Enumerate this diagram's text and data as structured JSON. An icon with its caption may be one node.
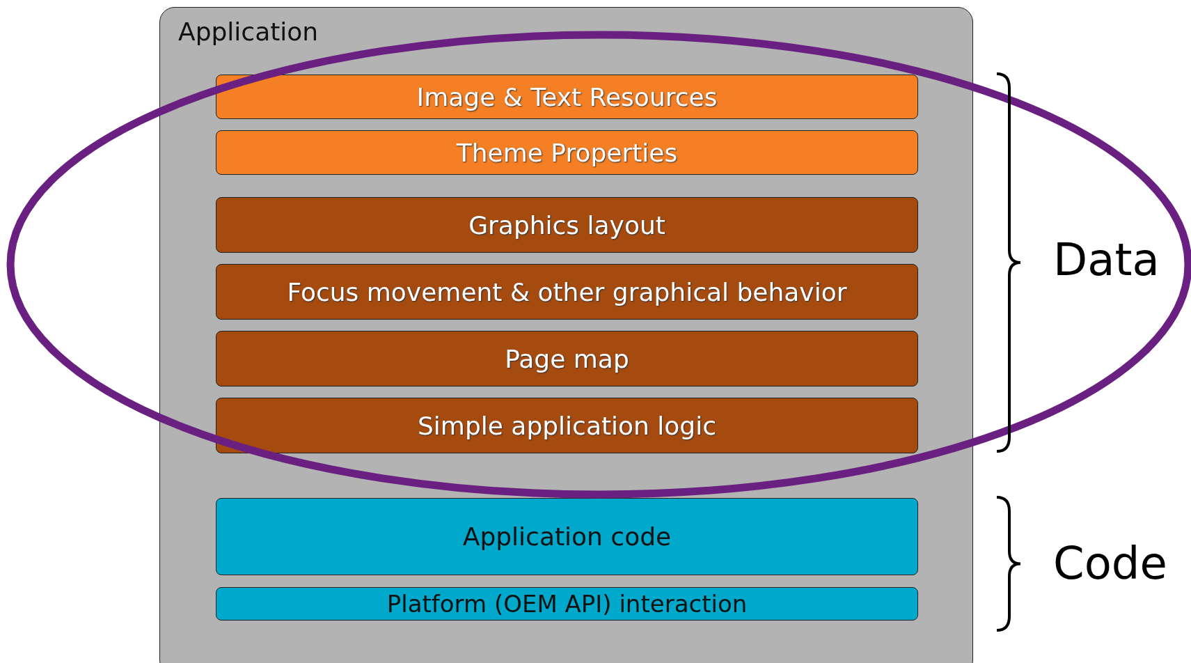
{
  "diagram": {
    "nodes": [
      {
        "text": [
          "Application"
        ]
      },
      {
        "text": [
          "Image & Text Resources"
        ],
        "in": 0
      },
      {
        "text": [
          "Theme Properties"
        ],
        "in": 0
      },
      {
        "text": [
          "Graphics layout"
        ],
        "in": 0
      },
      {
        "text": [
          "Focus movement & other graphical behavior"
        ],
        "in": 0
      },
      {
        "text": [
          "Page map"
        ],
        "in": 0
      },
      {
        "text": [
          "Simple application logic"
        ],
        "in": 0
      },
      {
        "text": [
          "Application code"
        ],
        "in": 0
      },
      {
        "text": [
          "Platform (OEM API) interaction"
        ],
        "in": 0
      }
    ],
    "labels": [
      "Data",
      "Code"
    ]
  }
}
